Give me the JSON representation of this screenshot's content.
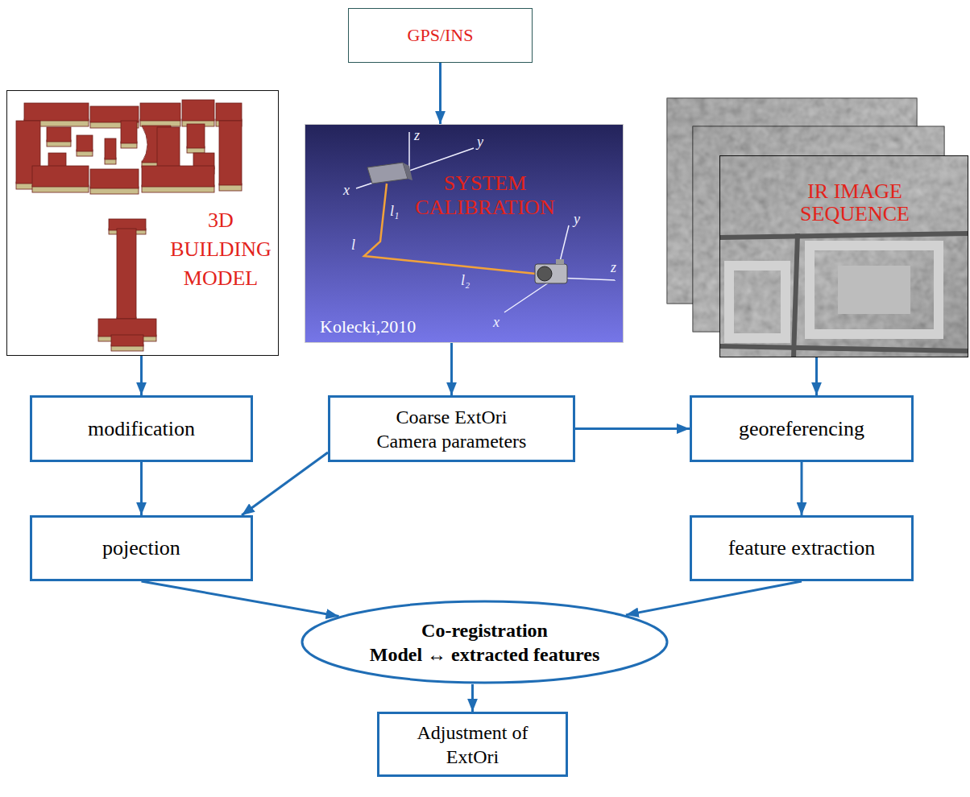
{
  "diagram": {
    "nodes": [
      {
        "text": [
          "GPS/INS"
        ]
      },
      {
        "text": [
          "3D BUILDING MODEL"
        ]
      },
      {
        "text": [
          "SYSTEM CALIBRATION",
          "Kolecki,2010"
        ]
      },
      {
        "text": [
          "IR IMAGE SEQUENCE"
        ]
      },
      {
        "text": [
          "modification"
        ]
      },
      {
        "text": [
          "Coarse ExtOri Camera parameters"
        ]
      },
      {
        "text": [
          "georeferencing"
        ]
      },
      {
        "text": [
          "pojection"
        ]
      },
      {
        "text": [
          "feature extraction"
        ]
      },
      {
        "text": [
          "Co-registration",
          "Model ↔ extracted features"
        ]
      },
      {
        "text": [
          "Adjustment of ExtOri"
        ]
      }
    ],
    "edges": [
      {
        "from": 0,
        "to": 2,
        "arrow": "to"
      },
      {
        "from": 1,
        "to": 4,
        "arrow": "to"
      },
      {
        "from": 2,
        "to": 5,
        "arrow": "to"
      },
      {
        "from": 3,
        "to": 6,
        "arrow": "to"
      },
      {
        "from": 4,
        "to": 7,
        "arrow": "to"
      },
      {
        "from": 5,
        "to": 7,
        "arrow": "to"
      },
      {
        "from": 5,
        "to": 6,
        "arrow": "to"
      },
      {
        "from": 6,
        "to": 8,
        "arrow": "to"
      },
      {
        "from": 7,
        "to": 9,
        "arrow": "to"
      },
      {
        "from": 8,
        "to": 9,
        "arrow": "to"
      },
      {
        "from": 9,
        "to": 10,
        "arrow": "to"
      }
    ],
    "labels": [
      "z",
      "y",
      "x",
      "l₁",
      "l",
      "l₂",
      "y",
      "z",
      "x"
    ]
  }
}
